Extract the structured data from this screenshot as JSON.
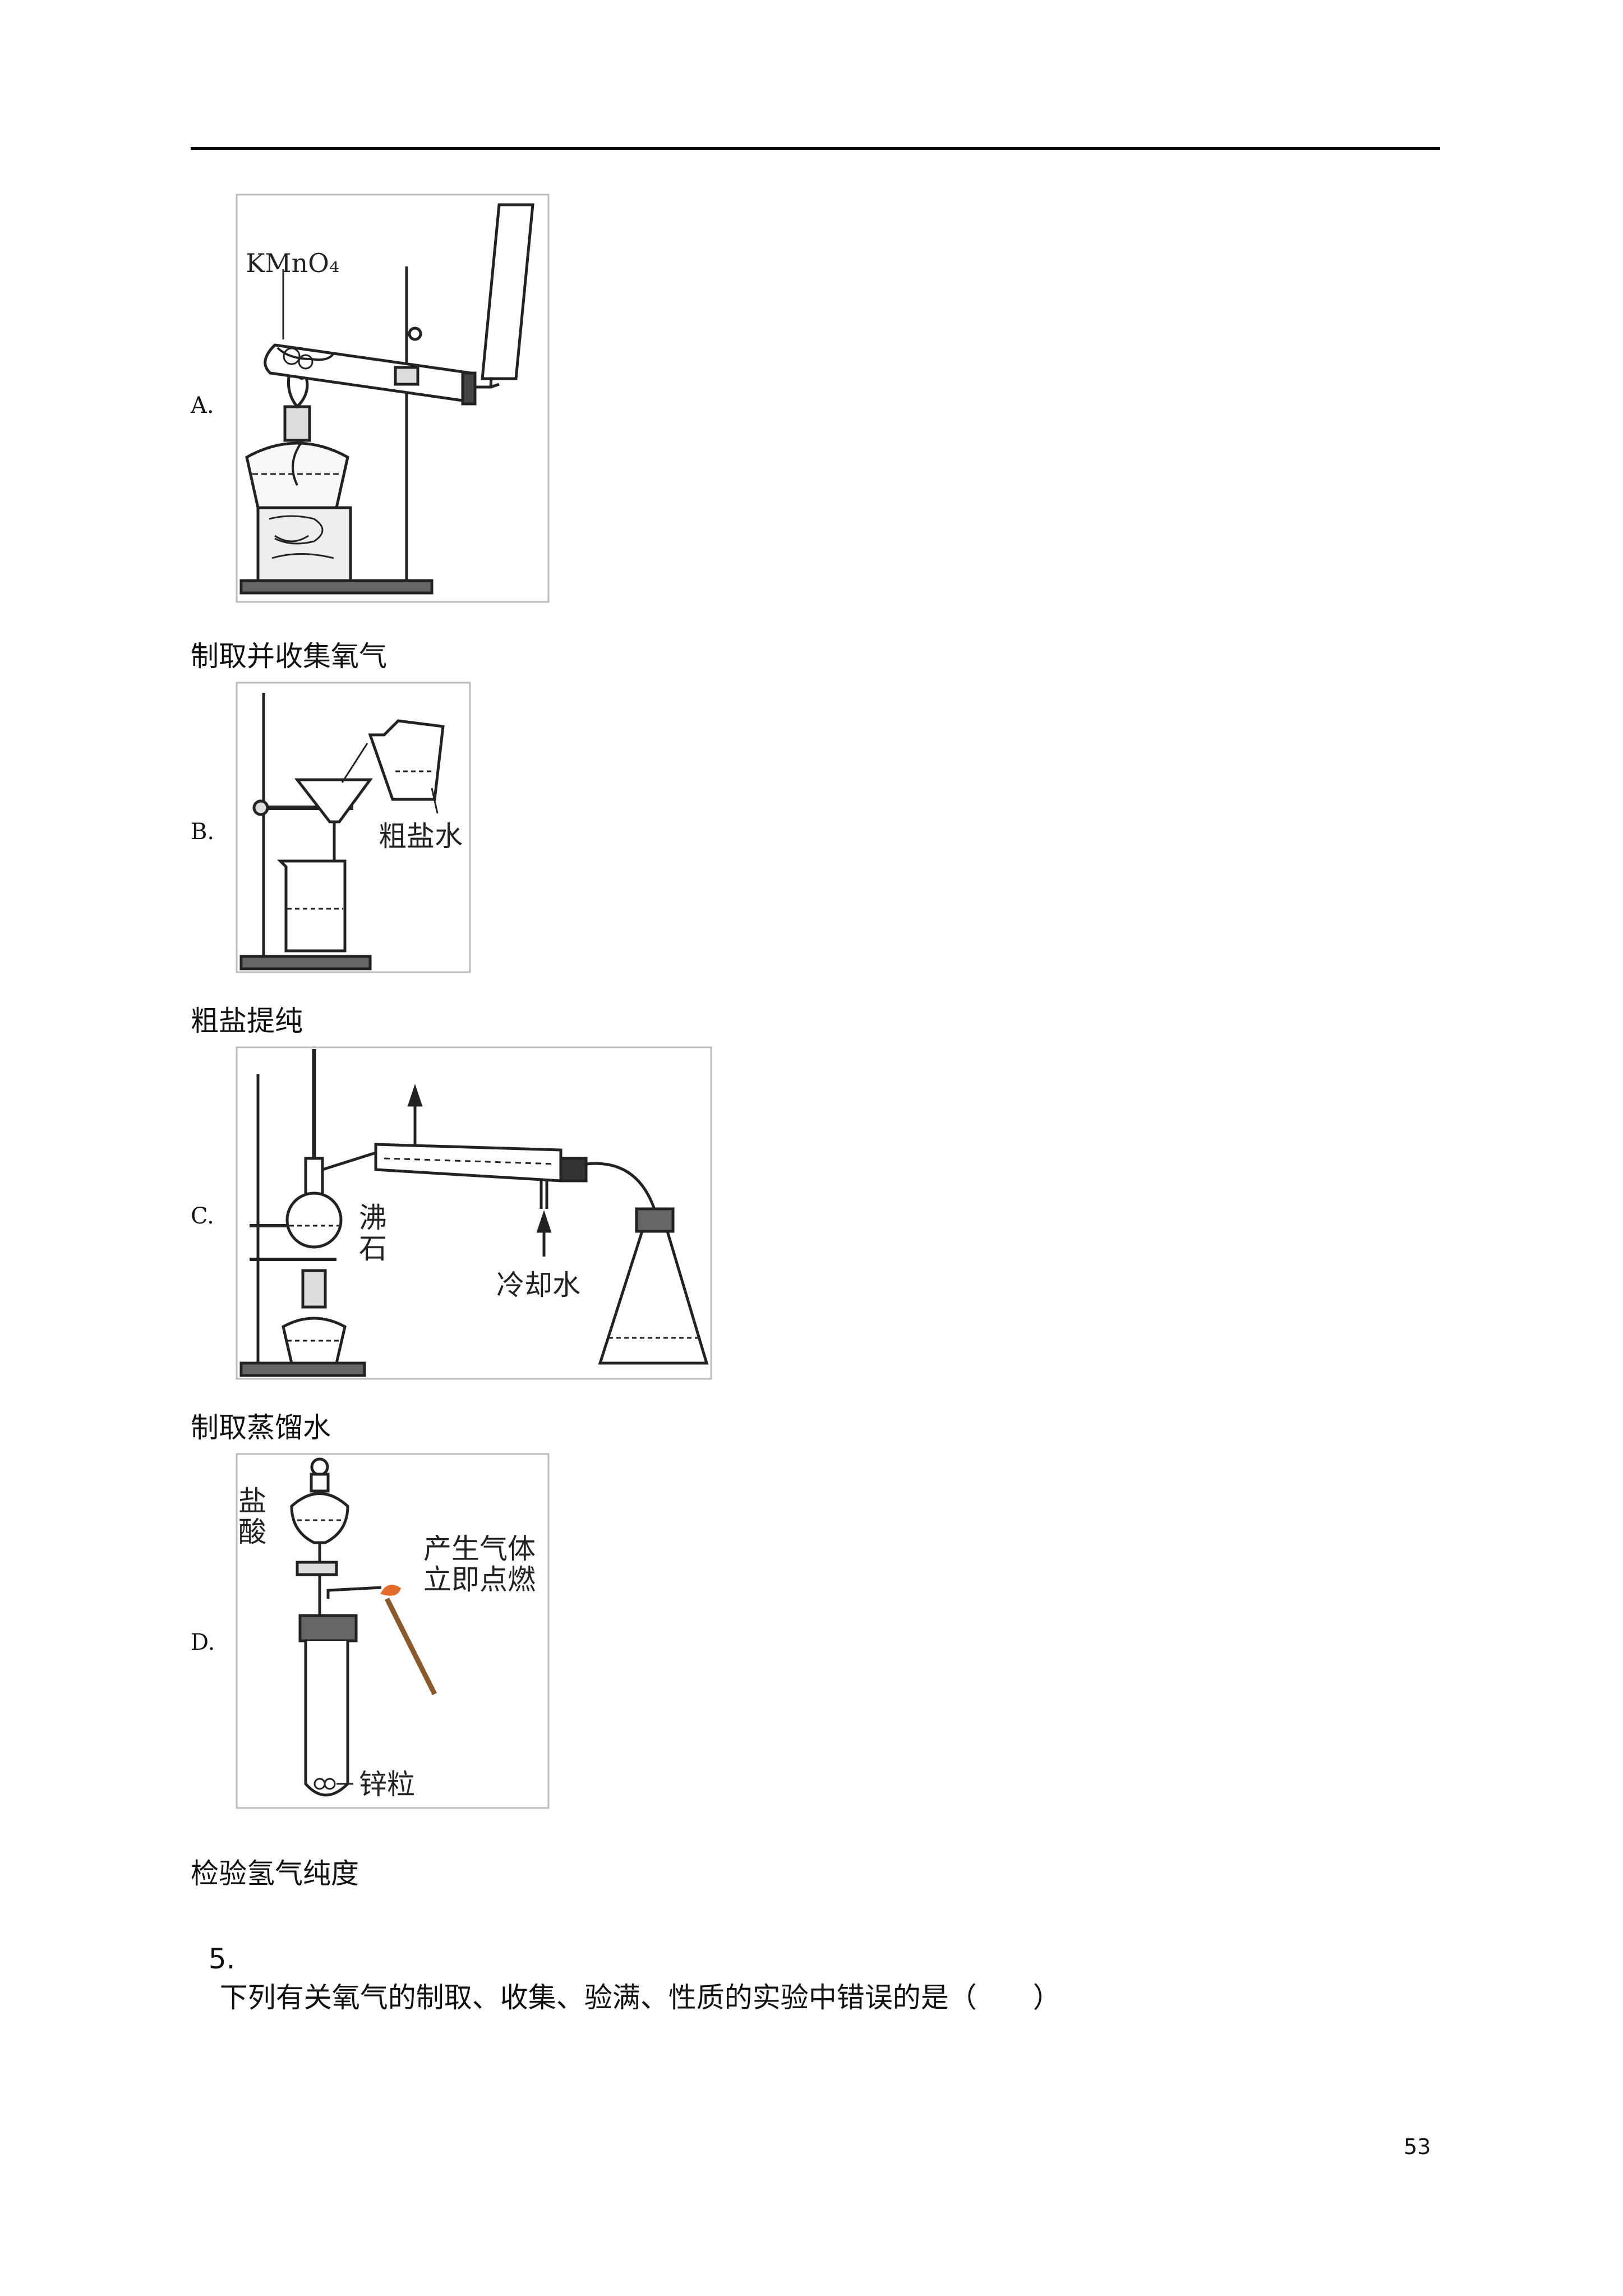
{
  "options": [
    {
      "letter": "A.",
      "caption": "制取并收集氧气",
      "labels": {
        "reagent": "KMnO₄"
      }
    },
    {
      "letter": "B.",
      "caption": "粗盐提纯",
      "labels": {
        "liquid": "粗盐水"
      }
    },
    {
      "letter": "C.",
      "caption": "制取蒸馏水",
      "labels": {
        "chips_1": "沸",
        "chips_2": "石",
        "coolant": "冷却水"
      }
    },
    {
      "letter": "D.",
      "caption": "检验氢气纯度",
      "labels": {
        "acid_1": "盐",
        "acid_2": "酸",
        "note_1": "产生气体",
        "note_2": "立即点燃",
        "solid": "锌粒"
      }
    }
  ],
  "question": {
    "number": "5.",
    "text": "下列有关氧气的制取、收集、验满、性质的实验中错误的是（　　）"
  },
  "page_number": "53"
}
